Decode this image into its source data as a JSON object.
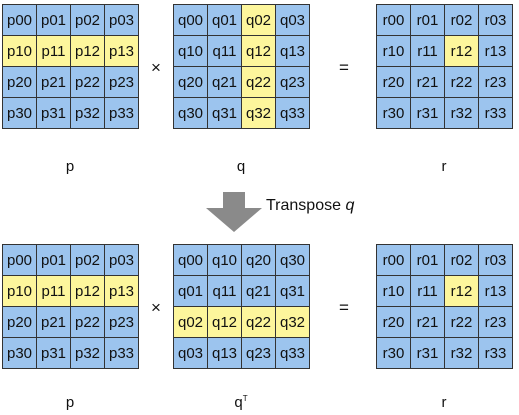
{
  "top": {
    "p": {
      "cells": [
        "p00",
        "p01",
        "p02",
        "p03",
        "p10",
        "p11",
        "p12",
        "p13",
        "p20",
        "p21",
        "p22",
        "p23",
        "p30",
        "p31",
        "p32",
        "p33"
      ],
      "highlight_row": 1,
      "label": "p"
    },
    "q": {
      "cells": [
        "q00",
        "q01",
        "q02",
        "q03",
        "q10",
        "q11",
        "q12",
        "q13",
        "q20",
        "q21",
        "q22",
        "q23",
        "q30",
        "q31",
        "q32",
        "q33"
      ],
      "highlight_col": 2,
      "label": "q"
    },
    "r": {
      "cells": [
        "r00",
        "r01",
        "r02",
        "r03",
        "r10",
        "r11",
        "r12",
        "r13",
        "r20",
        "r21",
        "r22",
        "r23",
        "r30",
        "r31",
        "r32",
        "r33"
      ],
      "highlight_cell": 6,
      "label": "r"
    },
    "times": "×",
    "equals": "="
  },
  "transpose": {
    "text": "Transpose",
    "var": "q"
  },
  "bottom": {
    "p": {
      "cells": [
        "p00",
        "p01",
        "p02",
        "p03",
        "p10",
        "p11",
        "p12",
        "p13",
        "p20",
        "p21",
        "p22",
        "p23",
        "p30",
        "p31",
        "p32",
        "p33"
      ],
      "highlight_row": 1,
      "label": "p"
    },
    "q": {
      "cells": [
        "q00",
        "q10",
        "q20",
        "q30",
        "q01",
        "q11",
        "q21",
        "q31",
        "q02",
        "q12",
        "q22",
        "q32",
        "q03",
        "q13",
        "q23",
        "q33"
      ],
      "highlight_row": 2,
      "label": "q",
      "label_sup": "T"
    },
    "r": {
      "cells": [
        "r00",
        "r01",
        "r02",
        "r03",
        "r10",
        "r11",
        "r12",
        "r13",
        "r20",
        "r21",
        "r22",
        "r23",
        "r30",
        "r31",
        "r32",
        "r33"
      ],
      "highlight_cell": 6,
      "label": "r"
    },
    "times": "×",
    "equals": "="
  },
  "colors": {
    "cell": "#9cc4ee",
    "highlight": "#fdf69c",
    "arrow": "#8a8a8a"
  }
}
